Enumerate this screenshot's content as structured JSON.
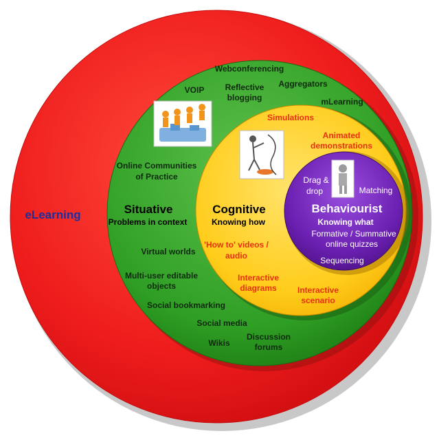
{
  "colors": {
    "red": "#ee1c1c",
    "green": "#2f9e24",
    "yellow": "#ffcc1a",
    "purple": "#6a1fb0",
    "elearning_text": "#1a2fa0"
  },
  "outer": {
    "label": "eLearning"
  },
  "situative": {
    "title": "Situative",
    "subtitle": "Problems in context",
    "items": {
      "webconferencing": "Webconferencing",
      "voip": "VOIP",
      "reflective_1": "Reflective",
      "reflective_2": "blogging",
      "aggregators": "Aggregators",
      "mlearning": "mLearning",
      "communities_1": "Online Communities",
      "communities_2": "of Practice",
      "virtual_worlds": "Virtual worlds",
      "multiuser_1": "Multi-user editable",
      "multiuser_2": "objects",
      "social_bookmarking": "Social bookmarking",
      "social_media": "Social media",
      "wikis": "Wikis",
      "discussion_1": "Discussion",
      "discussion_2": "forums"
    }
  },
  "cognitive": {
    "title": "Cognitive",
    "subtitle": "Knowing how",
    "items": {
      "simulations": "Simulations",
      "animated_1": "Animated",
      "animated_2": "demonstrations",
      "howto_1": "'How to' videos /",
      "howto_2": "audio",
      "diagrams_1": "Interactive",
      "diagrams_2": "diagrams",
      "scenario_1": "Interactive",
      "scenario_2": "scenario"
    }
  },
  "behaviourist": {
    "title": "Behaviourist",
    "subtitle": "Knowing what",
    "items": {
      "drag_1": "Drag &",
      "drag_2": "drop",
      "matching": "Matching",
      "quizzes_1": "Formative / Summative",
      "quizzes_2": "online quizzes",
      "sequencing": "Sequencing"
    }
  },
  "icons": {
    "team": "team-puzzle-icon",
    "stickman": "stickman-figure-icon",
    "robot": "robot-figure-icon"
  }
}
